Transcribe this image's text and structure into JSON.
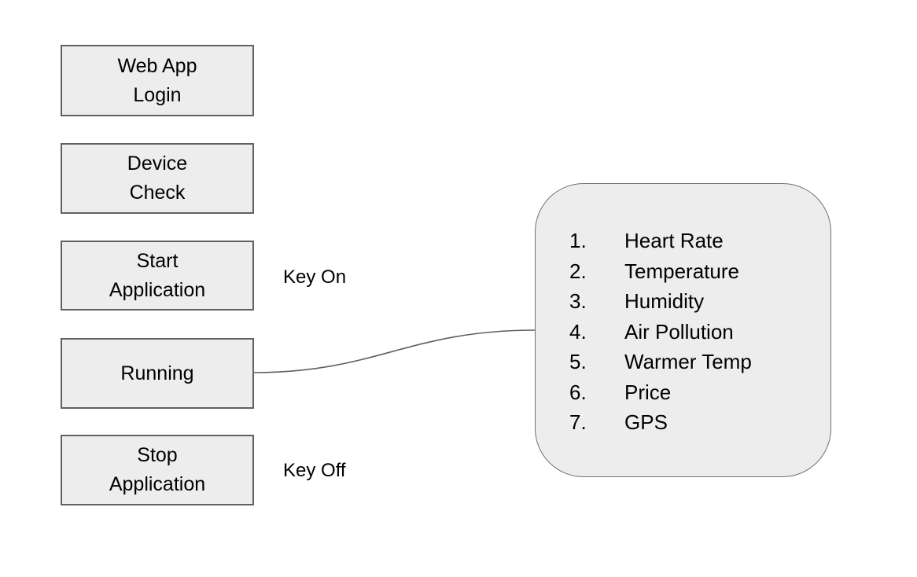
{
  "colors": {
    "background": "#ffffff",
    "node_fill": "#ededed",
    "node_border": "#616161",
    "container_border": "#707070",
    "connector": "#5f5f5f",
    "text": "#000000"
  },
  "flowchart": {
    "nodes": [
      {
        "id": "web-app-login",
        "lines": [
          "Web App",
          "Login"
        ]
      },
      {
        "id": "device-check",
        "lines": [
          "Device",
          "Check"
        ]
      },
      {
        "id": "start-application",
        "lines": [
          "Start",
          "Application"
        ]
      },
      {
        "id": "running",
        "lines": [
          "Running"
        ]
      },
      {
        "id": "stop-application",
        "lines": [
          "Stop",
          "Application"
        ]
      }
    ],
    "annotations": [
      {
        "id": "key-on",
        "text": "Key On"
      },
      {
        "id": "key-off",
        "text": "Key Off"
      }
    ],
    "connector": {
      "from": "running",
      "to": "sensor-list"
    },
    "sensor_list": {
      "items": [
        {
          "num": "1.",
          "label": "Heart Rate"
        },
        {
          "num": "2.",
          "label": "Temperature"
        },
        {
          "num": "3.",
          "label": "Humidity"
        },
        {
          "num": "4.",
          "label": "Air Pollution"
        },
        {
          "num": "5.",
          "label": "Warmer Temp"
        },
        {
          "num": "6.",
          "label": "Price"
        },
        {
          "num": "7.",
          "label": "GPS"
        }
      ]
    }
  }
}
